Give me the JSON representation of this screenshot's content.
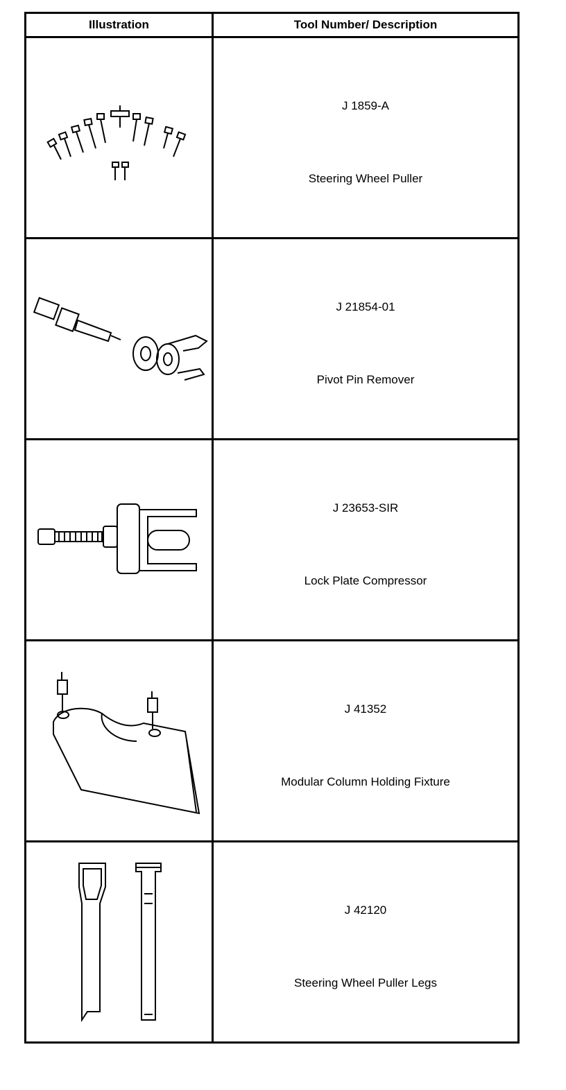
{
  "table": {
    "headers": {
      "illustration": "Illustration",
      "tool": "Tool Number/ Description"
    },
    "rows": [
      {
        "number": "J 1859-A",
        "description": "Steering Wheel Puller",
        "icon": "steering-wheel-puller-icon"
      },
      {
        "number": "J 21854-01",
        "description": "Pivot Pin Remover",
        "icon": "pivot-pin-remover-icon"
      },
      {
        "number": "J 23653-SIR",
        "description": "Lock Plate Compressor",
        "icon": "lock-plate-compressor-icon"
      },
      {
        "number": "J 41352",
        "description": "Modular Column Holding Fixture",
        "icon": "column-holding-fixture-icon"
      },
      {
        "number": "J 42120",
        "description": "Steering Wheel Puller Legs",
        "icon": "puller-legs-icon"
      }
    ]
  }
}
